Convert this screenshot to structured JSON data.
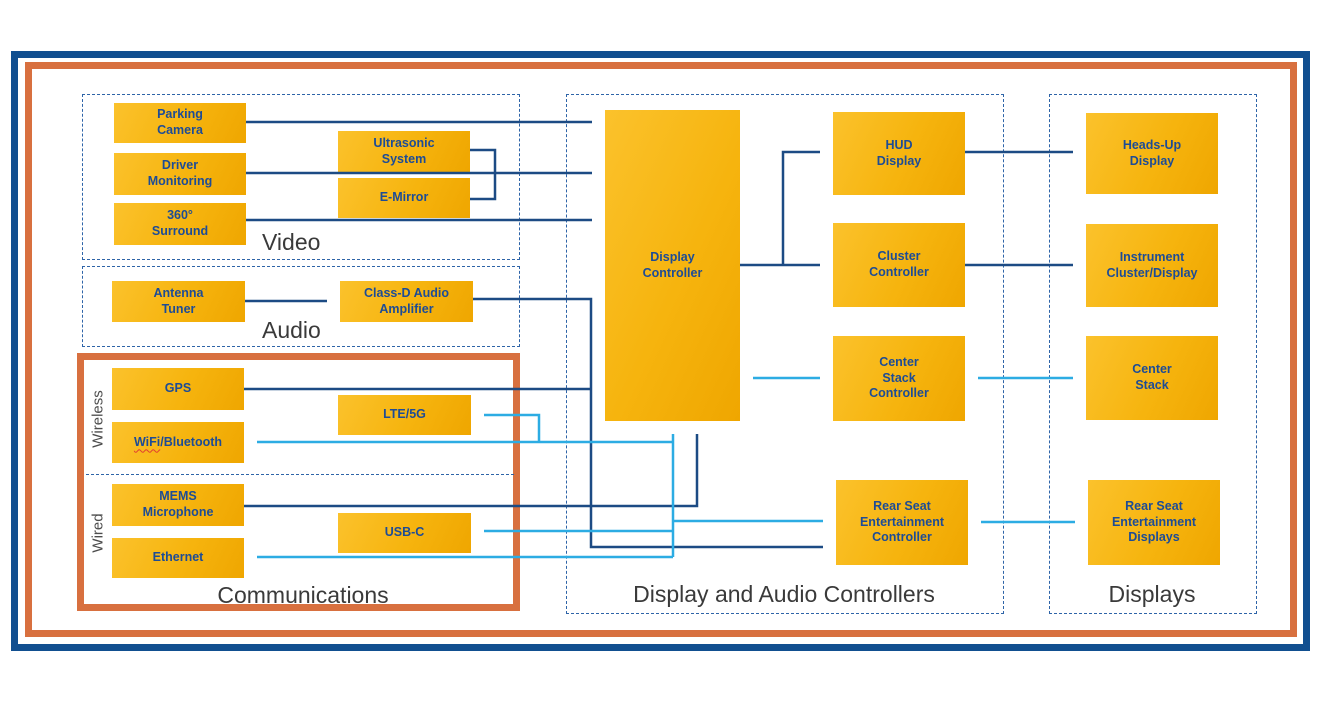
{
  "colors": {
    "node_gold": "#F6B40E",
    "node_text_navy": "#1D4C96",
    "arrow_navy": "#1C4B84",
    "arrow_cyan": "#2CACE3",
    "frame_navy": "#114F90",
    "frame_orange": "#D8703F",
    "dashed_border_blue": "#2E64A8",
    "section_label_gray": "#3A3A3A"
  },
  "sections": {
    "video": {
      "label": "Video"
    },
    "audio": {
      "label": "Audio"
    },
    "communications": {
      "label": "Communications"
    },
    "controllers": {
      "label": "Display and Audio Controllers"
    },
    "displays": {
      "label": "Displays"
    }
  },
  "group_labels": {
    "wireless": "Wireless",
    "wired": "Wired"
  },
  "nodes": {
    "parking_camera": {
      "label": "Parking\nCamera"
    },
    "driver_monitoring": {
      "label": "Driver\nMonitoring"
    },
    "surround_360": {
      "label": "360°\nSurround"
    },
    "ultrasonic_system": {
      "label": "Ultrasonic\nSystem"
    },
    "e_mirror": {
      "label": "E-Mirror"
    },
    "antenna_tuner": {
      "label": "Antenna\nTuner"
    },
    "class_d_amplifier": {
      "label": "Class-D Audio\nAmplifier"
    },
    "gps": {
      "label": "GPS"
    },
    "lte_5g": {
      "label": "LTE/5G"
    },
    "wifi_bluetooth": {
      "label_wifi": "WiFi",
      "label_rest": "/Bluetooth"
    },
    "mems_microphone": {
      "label": "MEMS\nMicrophone"
    },
    "usb_c": {
      "label": "USB-C"
    },
    "ethernet": {
      "label": "Ethernet"
    },
    "display_controller": {
      "label": "Display\nController"
    },
    "hud_display": {
      "label": "HUD\nDisplay"
    },
    "cluster_controller": {
      "label": "Cluster\nController"
    },
    "center_stack_controller": {
      "label": "Center\nStack\nController"
    },
    "rear_seat_controller": {
      "label": "Rear Seat\nEntertainment\nController"
    },
    "heads_up_display": {
      "label": "Heads-Up\nDisplay"
    },
    "instrument_cluster": {
      "label": "Instrument\nCluster/Display"
    },
    "center_stack": {
      "label": "Center\nStack"
    },
    "rear_seat_displays": {
      "label": "Rear Seat\nEntertainment\nDisplays"
    }
  }
}
